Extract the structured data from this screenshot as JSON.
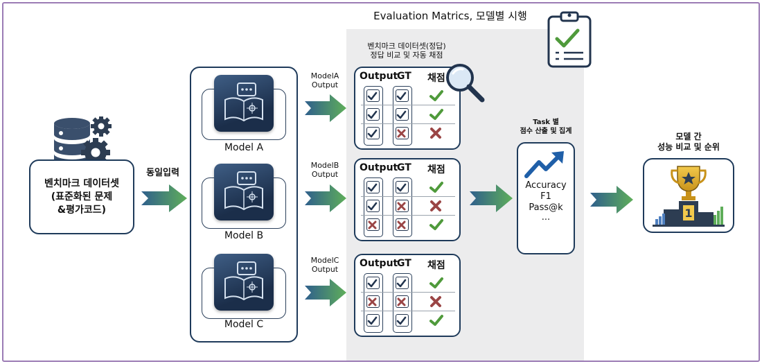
{
  "title": "Evaluation Matrics, 모델별 시행",
  "dataset": {
    "line1": "벤치마크 데이터셋",
    "line2": "(표준화된 문제",
    "line3": "&평가코드)"
  },
  "same_input_label": "동일입력",
  "models": [
    {
      "name": "Model A",
      "output_label_1": "ModelA",
      "output_label_2": "Output"
    },
    {
      "name": "Model B",
      "output_label_1": "ModelB",
      "output_label_2": "Output"
    },
    {
      "name": "Model C",
      "output_label_1": "ModelC",
      "output_label_2": "Output"
    }
  ],
  "compare_label": {
    "line1": "벤치마크 데이터셋(정답)",
    "line2": "정답 비교 및 자동 채점"
  },
  "card_headers": {
    "output": "Output",
    "gt": "GT",
    "score": "채점"
  },
  "results": [
    [
      [
        "check",
        "check",
        "check"
      ],
      [
        "check",
        "check",
        "check"
      ],
      [
        "check",
        "cross",
        "cross"
      ]
    ],
    [
      [
        "check",
        "check",
        "check"
      ],
      [
        "check",
        "cross",
        "cross"
      ],
      [
        "cross",
        "cross",
        "check"
      ]
    ],
    [
      [
        "check",
        "check",
        "check"
      ],
      [
        "cross",
        "cross",
        "cross"
      ],
      [
        "check",
        "check",
        "check"
      ]
    ]
  ],
  "task": {
    "label1": "Task 별",
    "label2": "점수 산출 및 집계",
    "metrics": [
      "Accuracy",
      "F1",
      "Pass@k",
      "..."
    ]
  },
  "final": {
    "label1": "모델 간",
    "label2": "성능 비교 및 순위",
    "rank_text": "1"
  },
  "colors": {
    "navy": "#1e3a5a",
    "check_green": "#4f9a3b",
    "cross_red": "#9a4545",
    "arrow_blue": "#2f5f8c",
    "arrow_green": "#5fae5a",
    "frame": "#9b7bb5",
    "panel_gray": "#ececed"
  },
  "icons": [
    "database-gear-icon",
    "model-book-icon",
    "magnifier-icon",
    "clipboard-check-icon",
    "trend-arrow-icon",
    "trophy-icon"
  ]
}
